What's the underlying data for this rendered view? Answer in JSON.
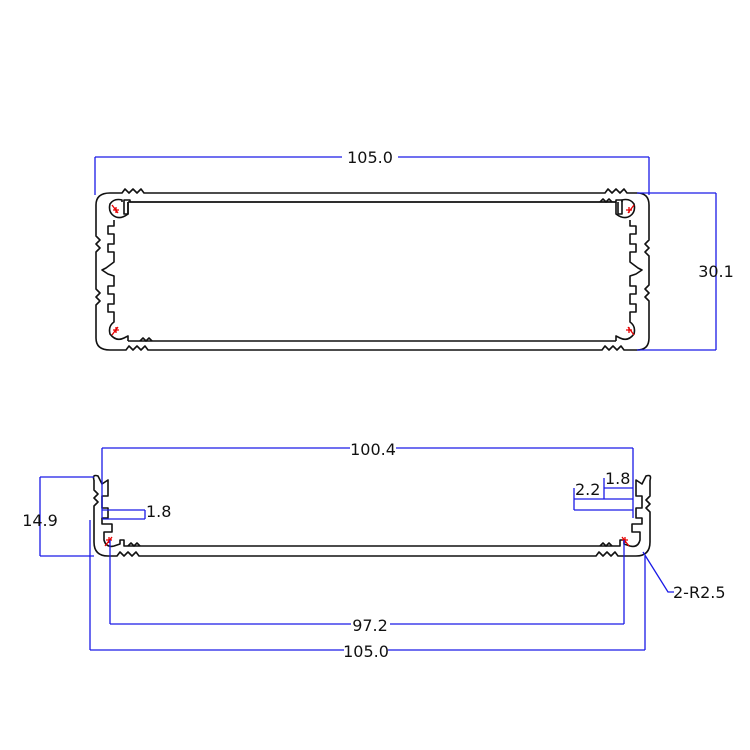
{
  "drawing": {
    "colors": {
      "dimension": "#1a1ae6",
      "profile": "#111111",
      "mark": "#e60000",
      "background": "#ffffff"
    },
    "front_view": {
      "width_label": "105.0",
      "height_label": "30.1"
    },
    "half_shell_view": {
      "inner_width_label": "100.4",
      "height_label": "14.9",
      "slot_left_label": "1.8",
      "slot_right_label_a": "2.2",
      "slot_right_label_b": "1.8",
      "screw_span_label": "97.2",
      "overall_width_label": "105.0",
      "radius_label": "2-R2.5"
    }
  }
}
